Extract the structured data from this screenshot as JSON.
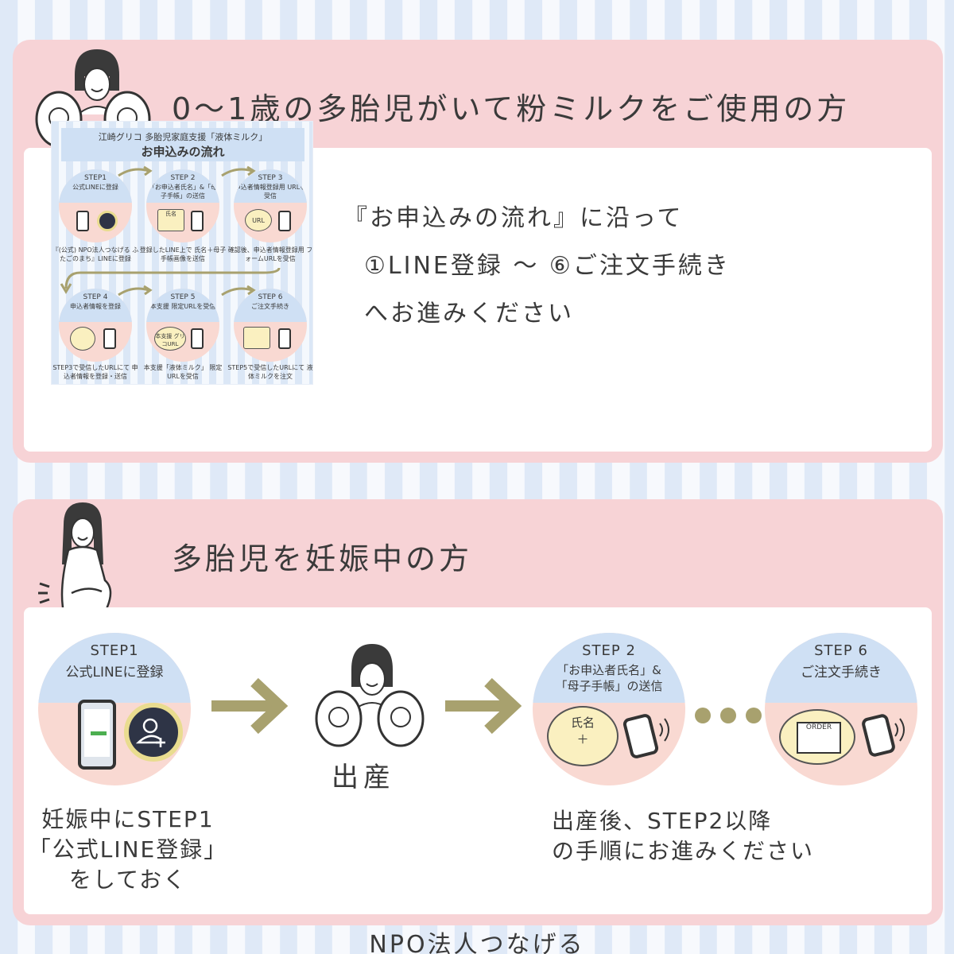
{
  "section1": {
    "title": "0〜1歳の多胎児がいて粉ミルクをご使用の方",
    "flow": {
      "header_sub": "江崎グリコ 多胎児家庭支援「液体ミルク」",
      "header_title": "お申込みの流れ",
      "steps": [
        {
          "label": "STEP1",
          "title": "公式LINEに登録",
          "caption": "『(公式) NPO法人つなげる ふたごのまち』LINEに登録"
        },
        {
          "label": "STEP 2",
          "title": "「お申込者氏名」&「母子手帳」の送信",
          "caption": "登録したLINE上で 氏名＋母子手帳画像を送信",
          "icon_text": "氏名"
        },
        {
          "label": "STEP 3",
          "title": "申込者情報登録用 URLを受信",
          "caption": "確認後、申込者情報登録用 フォームURLを受信",
          "icon_text": "URL"
        },
        {
          "label": "STEP 4",
          "title": "申込者情報を登録",
          "caption": "STEP3で受信したURLにて 申込者情報を登録・送信"
        },
        {
          "label": "STEP 5",
          "title": "本支援 限定URLを受信",
          "caption": "本支援「液体ミルク」 限定URLを受信",
          "icon_text": "本支援 グリコURL"
        },
        {
          "label": "STEP 6",
          "title": "ご注文手続き",
          "caption": "STEP5で受信したURLにて 液体ミルクを注文"
        }
      ]
    },
    "description": [
      "『お申込みの流れ』に沿って",
      "①LINE登録 〜 ⑥ご注文手続き",
      "へお進みください"
    ]
  },
  "section2": {
    "title": "多胎児を妊娠中の方",
    "step1": {
      "label": "STEP1",
      "title": "公式LINEに登録"
    },
    "step1_note": [
      "妊娠中にSTEP1",
      "「公式LINE登録」",
      "をしておく"
    ],
    "birth_label": "出産",
    "step2": {
      "label": "STEP 2",
      "title_line1": "「お申込者氏名」&",
      "title_line2": "「母子手帳」の送信",
      "icon_text": "氏名"
    },
    "step6": {
      "label": "STEP 6",
      "title": "ご注文手続き",
      "icon_text": "ORDER"
    },
    "after_note": [
      "出産後、STEP2以降",
      "の手順にお進みください"
    ]
  },
  "footer": "NPO法人つなげる",
  "colors": {
    "card_bg": "#f7d3d6",
    "step_top": "#cfe0f4",
    "step_bottom": "#f9d9d2",
    "arrow": "#a8a16e"
  }
}
